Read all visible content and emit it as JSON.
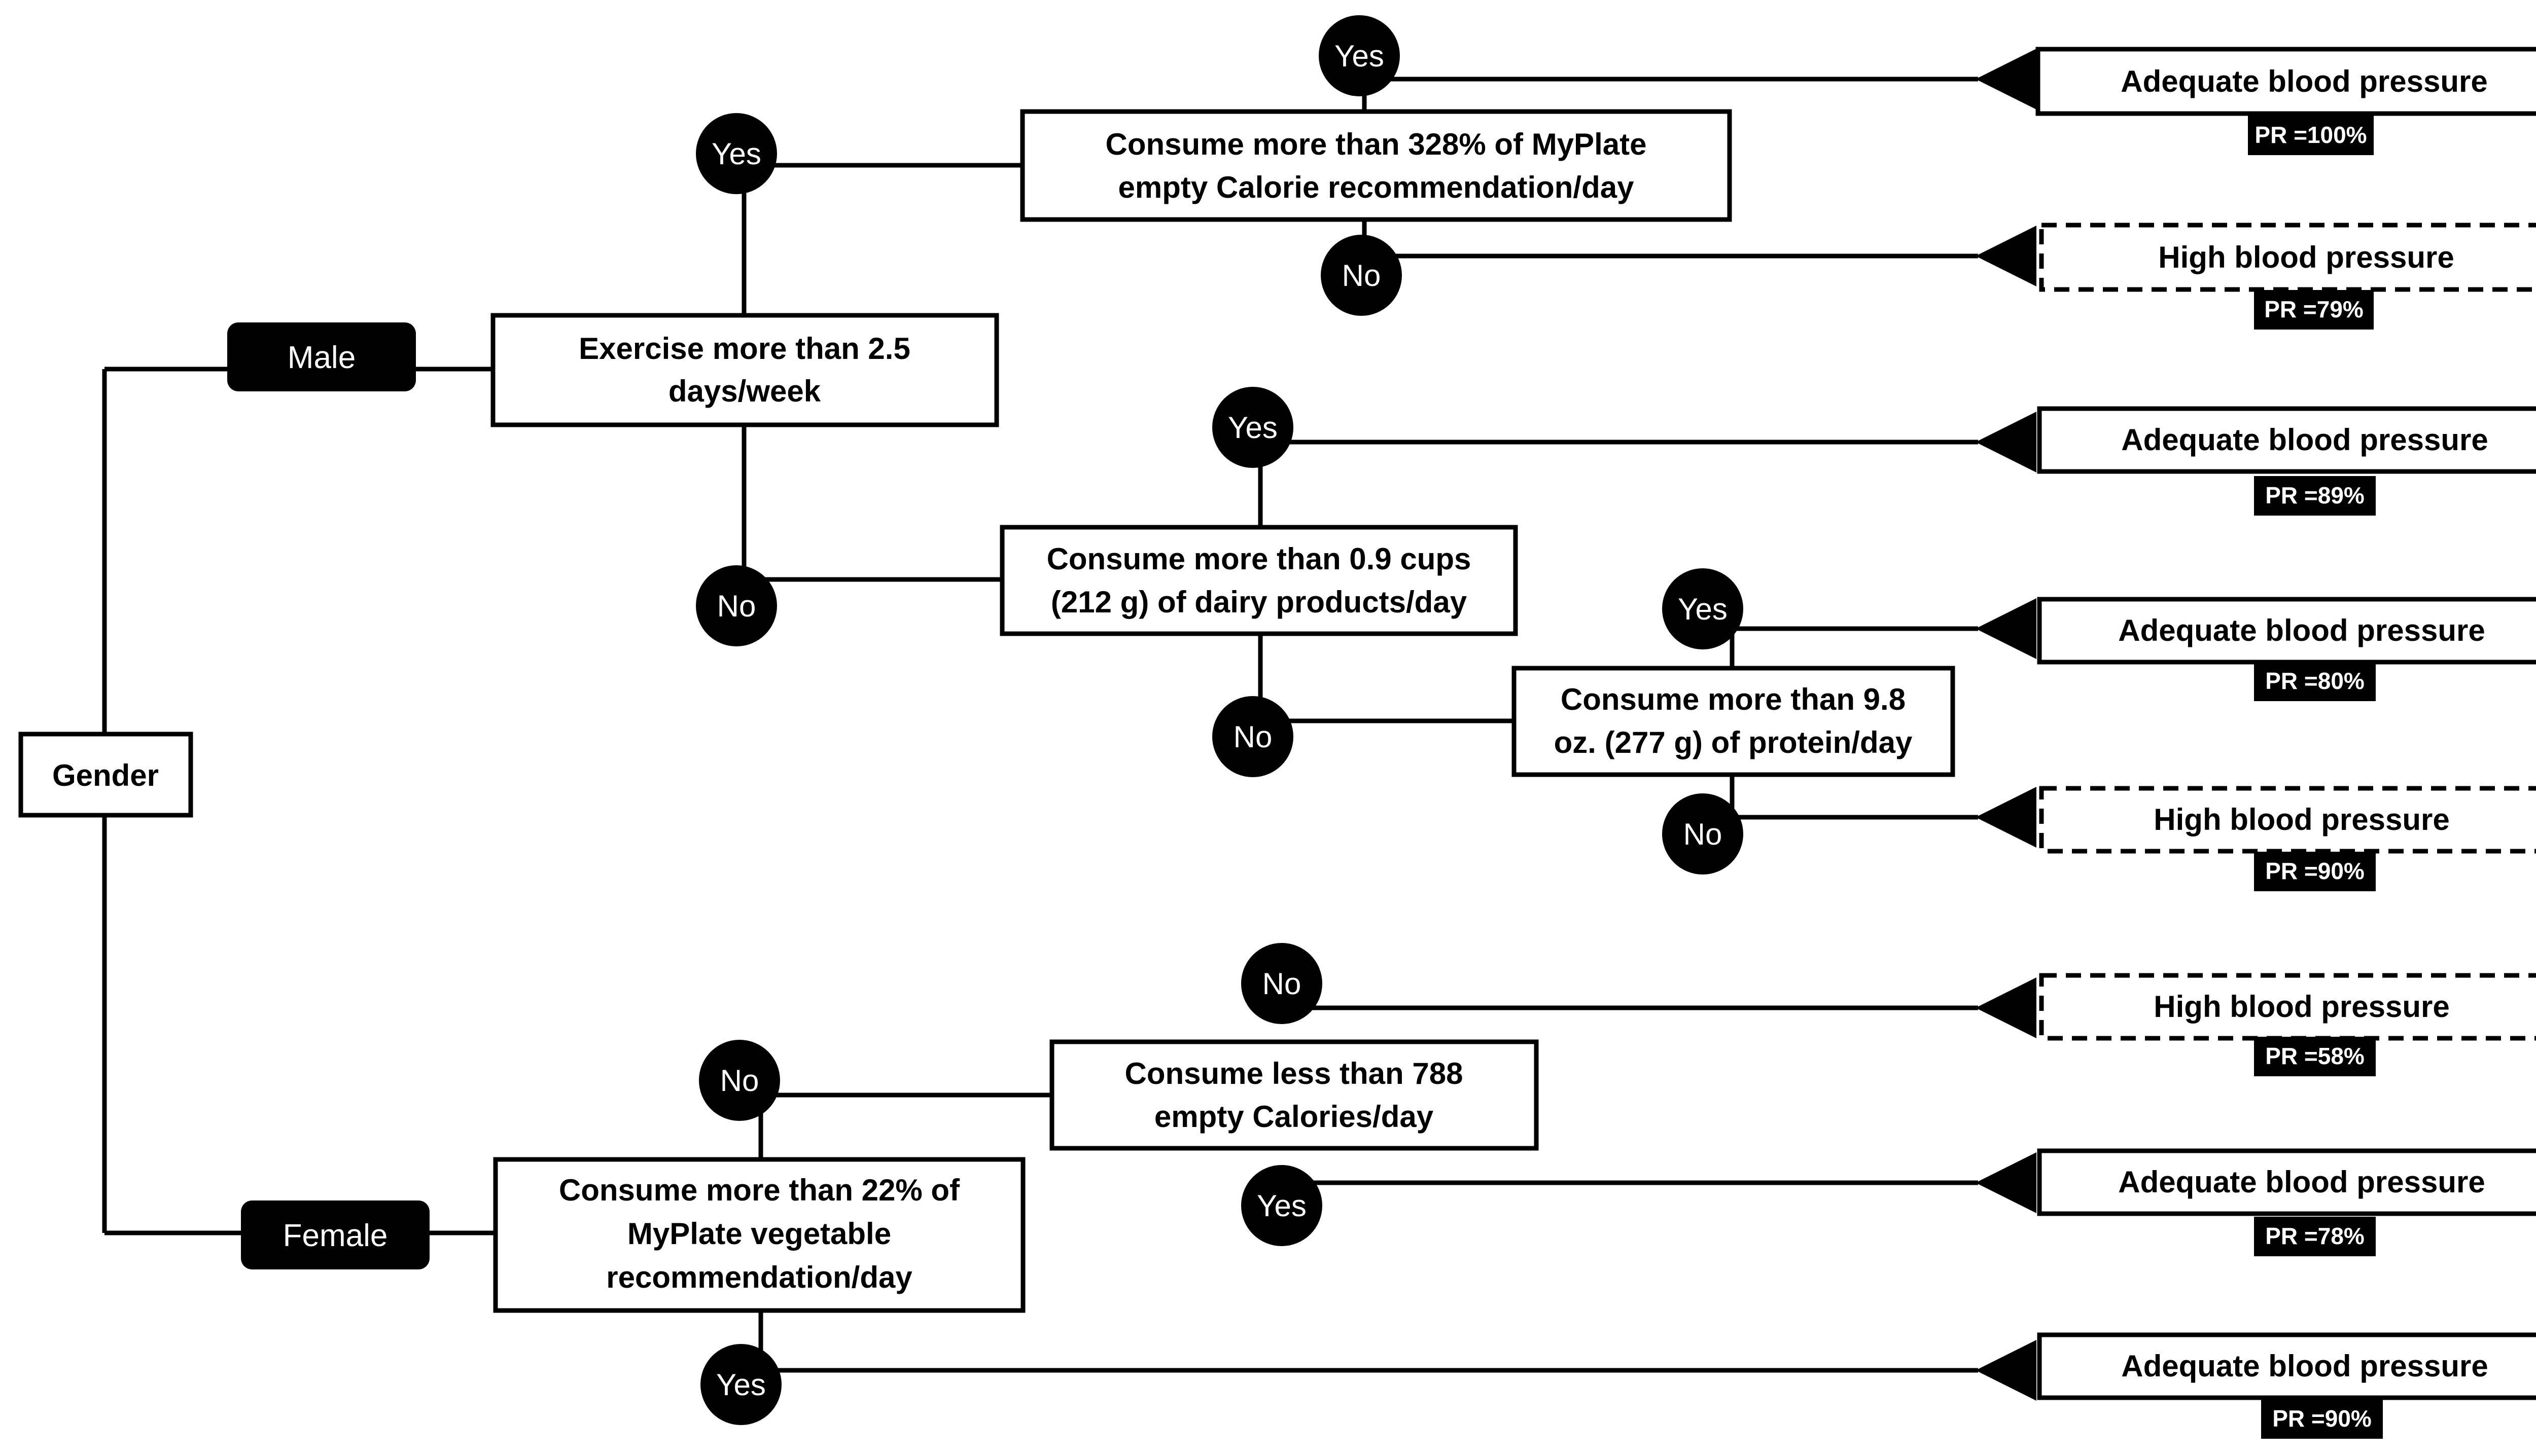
{
  "root": {
    "label": "Gender"
  },
  "branches": {
    "male": "Male",
    "female": "Female"
  },
  "decisions": {
    "exercise": [
      "Exercise more than 2.5",
      "days/week"
    ],
    "empty_cal_pct": [
      "Consume more than 328% of MyPlate",
      "empty Calorie  recommendation/day"
    ],
    "dairy": [
      "Consume more than 0.9 cups",
      "(212 g)  of dairy products/day"
    ],
    "protein": [
      "Consume more than 9.8",
      "oz. (277 g) of protein/day"
    ],
    "vegetable": [
      "Consume more than 22% of",
      "MyPlate vegetable",
      "recommendation/day"
    ],
    "empty_cal_less": [
      "Consume less than 788",
      "empty Calories/day"
    ]
  },
  "answers": {
    "yes": "Yes",
    "no": "No"
  },
  "outcomes": [
    {
      "label": "Adequate blood pressure",
      "pr": "PR =100%",
      "style": "solid"
    },
    {
      "label": "High blood pressure",
      "pr": "PR =79%",
      "style": "dashed"
    },
    {
      "label": "Adequate blood pressure",
      "pr": "PR =89%",
      "style": "solid"
    },
    {
      "label": "Adequate blood pressure",
      "pr": "PR =80%",
      "style": "solid"
    },
    {
      "label": "High blood pressure",
      "pr": "PR =90%",
      "style": "dashed"
    },
    {
      "label": "High blood pressure",
      "pr": "PR =58%",
      "style": "dashed"
    },
    {
      "label": "Adequate blood pressure",
      "pr": "PR =78%",
      "style": "solid"
    },
    {
      "label": "Adequate blood pressure",
      "pr": "PR =90%",
      "style": "solid"
    }
  ],
  "colors": {
    "ink": "#000000",
    "paper": "#ffffff"
  }
}
